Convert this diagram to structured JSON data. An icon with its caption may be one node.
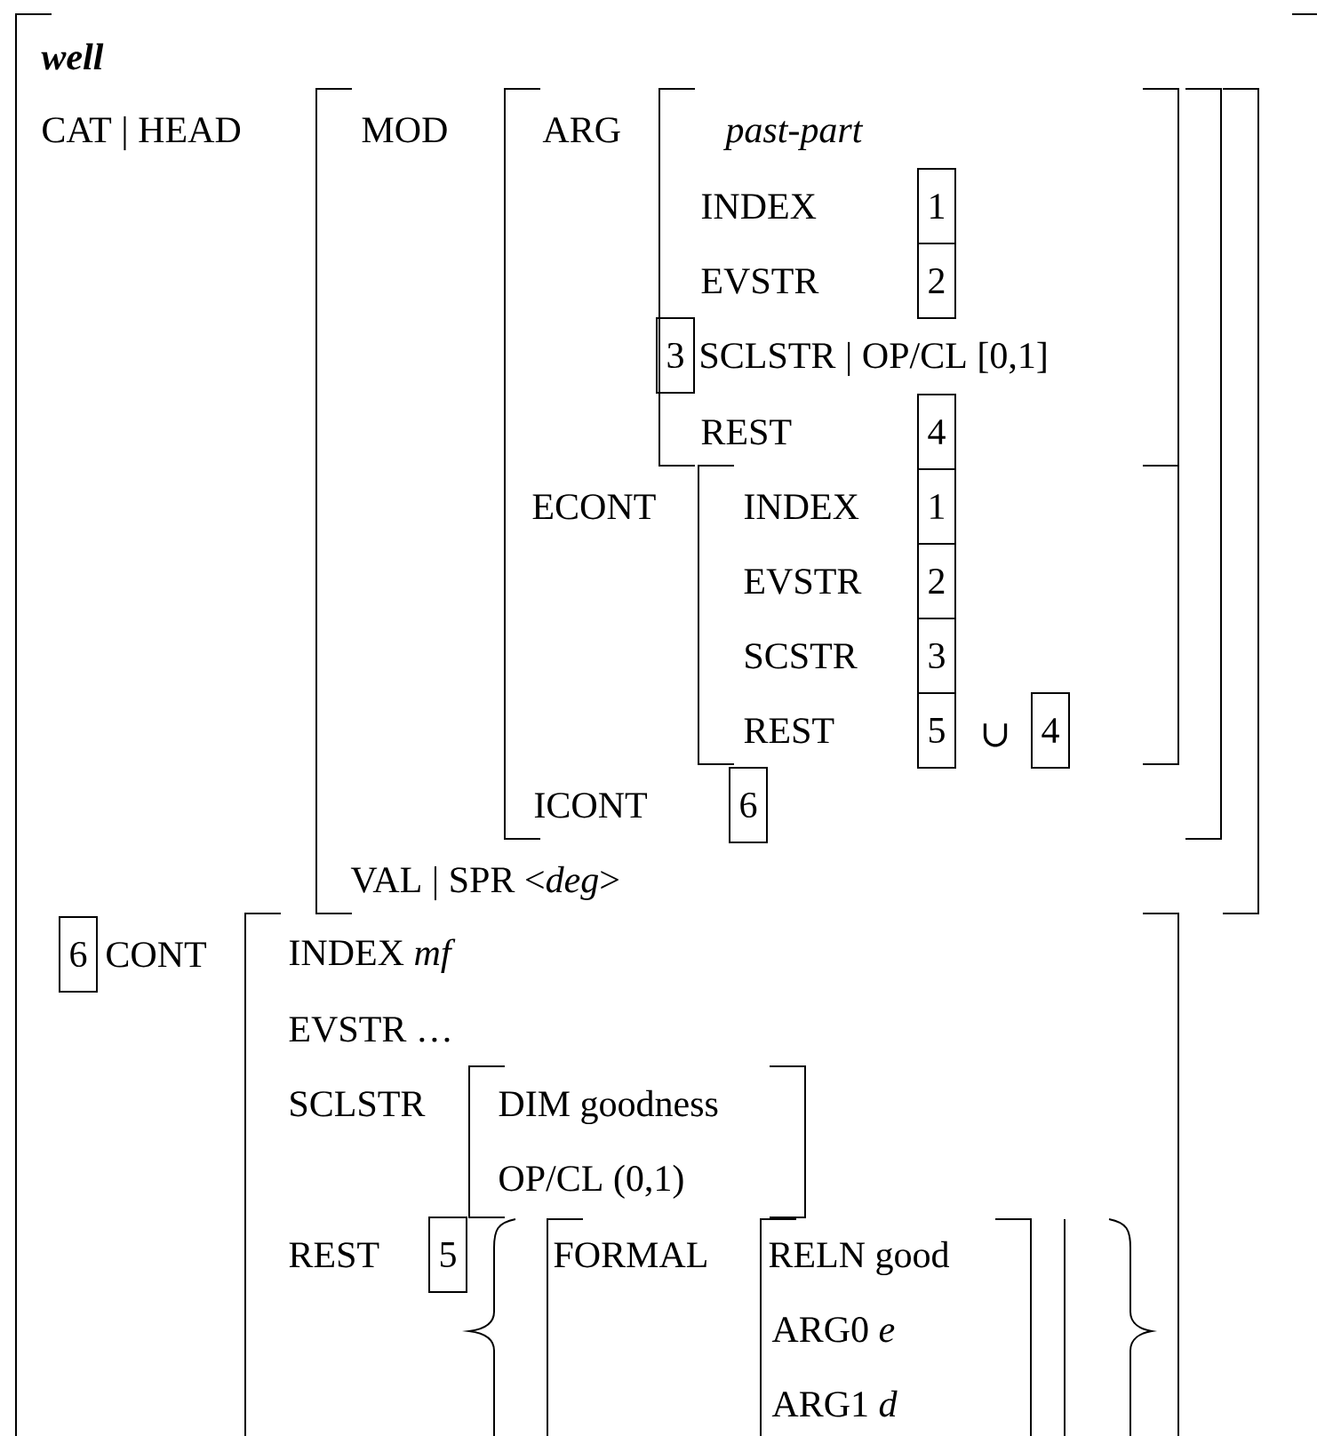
{
  "diagram": {
    "nodes": [
      {
        "text": [
          "1"
        ]
      },
      {
        "text": [
          "2"
        ]
      },
      {
        "text": [
          "3"
        ]
      },
      {
        "text": [
          "4"
        ]
      },
      {
        "text": [
          "1"
        ]
      },
      {
        "text": [
          "2"
        ]
      },
      {
        "text": [
          "3"
        ]
      },
      {
        "text": [
          "5"
        ]
      },
      {
        "text": [
          "4"
        ]
      },
      {
        "text": [
          "6"
        ]
      },
      {
        "text": [
          "6"
        ],
        "beside": [
          "CONT"
        ]
      },
      {
        "text": [
          "5"
        ]
      }
    ],
    "labels": [
      "well",
      "CAT | HEAD",
      "MOD",
      "ARG",
      "past-part",
      "INDEX",
      "EVSTR",
      "SCLSTR | OP/CL [0,1]",
      "REST",
      "ECONT",
      "INDEX",
      "EVSTR",
      "SCSTR",
      "REST",
      "∪",
      "ICONT",
      "VAL | SPR <*deg*>",
      "INDEX *mf*",
      "EVSTR …",
      "SCLSTR",
      "DIM goodness",
      "OP/CL (0,1)",
      "REST",
      "FORMAL",
      "RELN good",
      "ARG0 *e*",
      "ARG1 *d*"
    ]
  }
}
